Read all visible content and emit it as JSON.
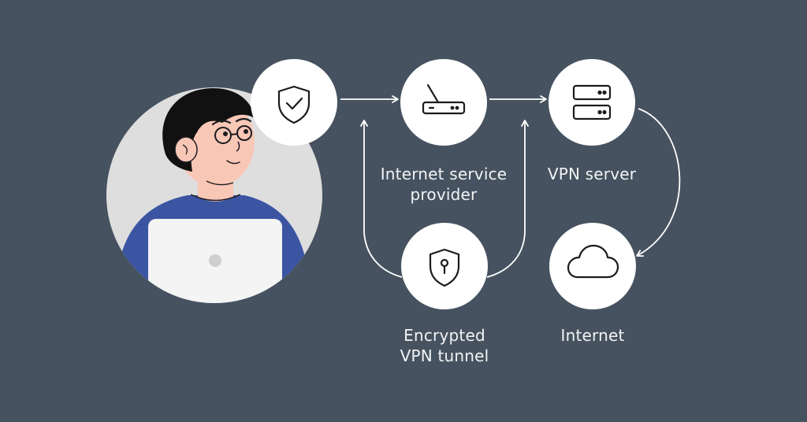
{
  "colors": {
    "background": "#46525f",
    "node_fill": "#ffffff",
    "icon_stroke": "#1b1b1f",
    "connector": "#ffffff",
    "label_text": "#f2f4f6",
    "avatar_background": "#dedede",
    "sweater": "#3b55a3",
    "skin": "#f9c7b5",
    "hair": "#111111",
    "laptop": "#f4f4f4"
  },
  "nodes": {
    "protection": {
      "icon": "shield-check-icon"
    },
    "isp": {
      "icon": "router-icon",
      "label_line1": "Internet service",
      "label_line2": "provider"
    },
    "vpn_server": {
      "icon": "server-icon",
      "label_line1": "VPN server"
    },
    "tunnel": {
      "icon": "shield-keyhole-icon",
      "label_line1": "Encrypted",
      "label_line2": "VPN tunnel"
    },
    "internet": {
      "icon": "cloud-icon",
      "label_line1": "Internet"
    }
  },
  "user": {
    "illustration": "person-with-laptop"
  }
}
